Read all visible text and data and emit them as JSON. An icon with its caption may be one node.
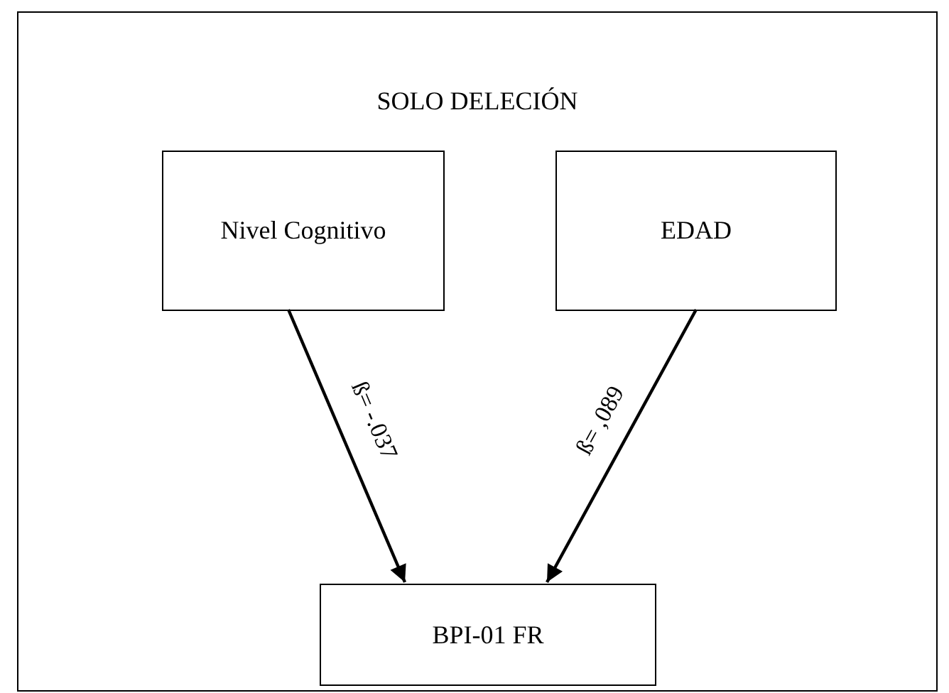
{
  "diagram": {
    "nodes": [
      {
        "text": [
          "SOLO DELECIÓN"
        ]
      },
      {
        "text": [
          "Nivel Cognitivo"
        ],
        "in": 0
      },
      {
        "text": [
          "EDAD"
        ],
        "in": 0
      },
      {
        "text": [
          "BPI-01 FR"
        ],
        "in": 0
      }
    ],
    "edges": [
      {
        "from": 1,
        "to": 3,
        "arrow": "to",
        "label": "ß= -.037"
      },
      {
        "from": 2,
        "to": 3,
        "arrow": "to",
        "label": "ß= ,089"
      }
    ]
  }
}
